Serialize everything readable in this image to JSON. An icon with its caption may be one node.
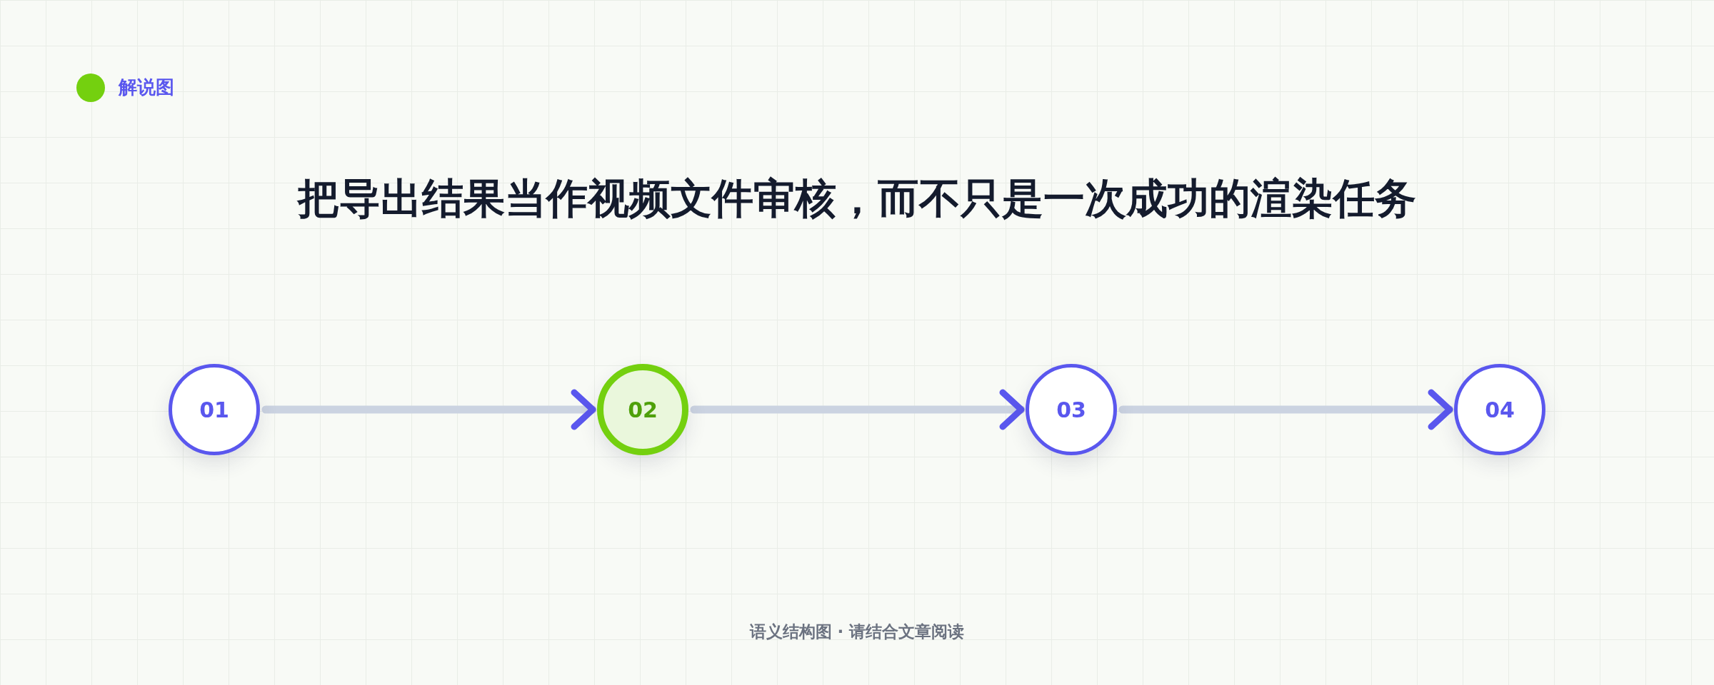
{
  "diagram": {
    "title": "把导出结果当作视频文件审核，而不只是一次成功的渲染任务",
    "nodes": [
      {
        "text": [
          "01"
        ]
      },
      {
        "text": [
          "02"
        ]
      },
      {
        "text": [
          "03"
        ]
      },
      {
        "text": [
          "04"
        ]
      }
    ],
    "edges": [
      {
        "from": 0,
        "to": 1,
        "arrow": "to"
      },
      {
        "from": 1,
        "to": 2,
        "arrow": "to"
      },
      {
        "from": 2,
        "to": 3,
        "arrow": "to"
      }
    ],
    "labels": [
      "解说图",
      "语义结构图 · 请结合文章阅读"
    ]
  }
}
